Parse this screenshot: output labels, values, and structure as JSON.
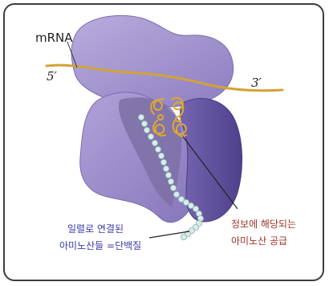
{
  "labels": {
    "mrna": "mRNA",
    "five_prime": "5′",
    "three_prime": "3′",
    "chain_line1": "일렬로 연결된",
    "chain_line2": "아미노산들 =단백질",
    "supply_line1": "정보에 해당되는",
    "supply_line2": "아미노산 공급"
  },
  "colors": {
    "subunit_light": "#a99bd2",
    "subunit_mid": "#8f80c2",
    "subunit_dark": "#6a5aa8",
    "channel": "#7d70a6",
    "mrna_strand": "#d3a239",
    "trna": "#e2a92a",
    "bead": "#d8ecea",
    "bead_stroke": "#8fb0b2",
    "label_blue": "#3a3aa8",
    "label_red": "#a0342a",
    "frame": "#3d3d3d"
  },
  "icons": {
    "ribosome": "ribosome-illustration",
    "trna": "trna-molecule"
  }
}
